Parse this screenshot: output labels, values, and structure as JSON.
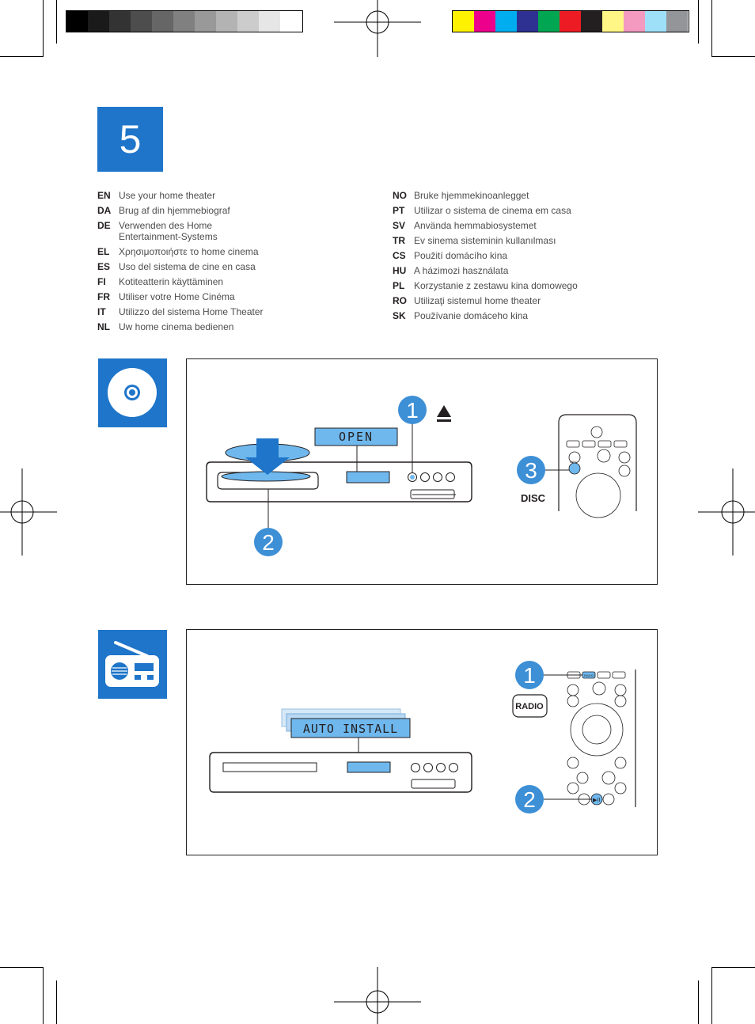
{
  "step": {
    "number": "5"
  },
  "languages_left": [
    {
      "code": "EN",
      "text": "Use your home theater"
    },
    {
      "code": "DA",
      "text": "Brug af din hjemmebiograf"
    },
    {
      "code": "DE",
      "text": "Verwenden des Home",
      "text2": "Entertainment-Systems"
    },
    {
      "code": "EL",
      "text": "Χρησιμοποιήστε το home cinema"
    },
    {
      "code": "ES",
      "text": "Uso del sistema de cine en casa"
    },
    {
      "code": "FI",
      "text": "Kotiteatterin käyttäminen"
    },
    {
      "code": "FR",
      "text": "Utiliser votre Home Cinéma"
    },
    {
      "code": "IT",
      "text": "Utilizzo del sistema Home Theater"
    },
    {
      "code": "NL",
      "text": "Uw home cinema bedienen"
    }
  ],
  "languages_right": [
    {
      "code": "NO",
      "text": "Bruke hjemmekinoanlegget"
    },
    {
      "code": "PT",
      "text": "Utilizar o sistema de cinema em casa"
    },
    {
      "code": "SV",
      "text": "Använda hemmabiosystemet"
    },
    {
      "code": "TR",
      "text": "Ev sinema sisteminin kullanılması"
    },
    {
      "code": "CS",
      "text": "Použití domácího kina"
    },
    {
      "code": "HU",
      "text": "A házimozi használata"
    },
    {
      "code": "PL",
      "text": "Korzystanie z zestawu kina domowego"
    },
    {
      "code": "RO",
      "text": "Utilizaţi sistemul home theater"
    },
    {
      "code": "SK",
      "text": "Používanie domáceho kina"
    }
  ],
  "disc_panel": {
    "display_text": "OPEN",
    "callouts": [
      "1",
      "2",
      "3"
    ],
    "disc_button_label": "DISC",
    "remote_small_label": "DISC"
  },
  "radio_panel": {
    "display_text": "AUTO INSTALL",
    "callouts": [
      "1",
      "2"
    ],
    "radio_button_label": "RADIO",
    "remote_small_label": "RADIO",
    "play_symbol": "▶II"
  },
  "colors": {
    "accent_blue": "#1e75c9",
    "callout_blue": "#3d8fd6",
    "lcd_blue": "#6fb8ee",
    "grayscale": [
      "#000000",
      "#1a1a1a",
      "#333333",
      "#4d4d4d",
      "#666666",
      "#808080",
      "#999999",
      "#b3b3b3",
      "#cccccc",
      "#e6e6e6",
      "#ffffff"
    ],
    "process": [
      "#fff200",
      "#ec008c",
      "#00aeef",
      "#2e3192",
      "#00a651",
      "#ed1c24",
      "#231f20",
      "#fff685",
      "#f49ac1",
      "#9ee0f8",
      "#939598"
    ]
  }
}
